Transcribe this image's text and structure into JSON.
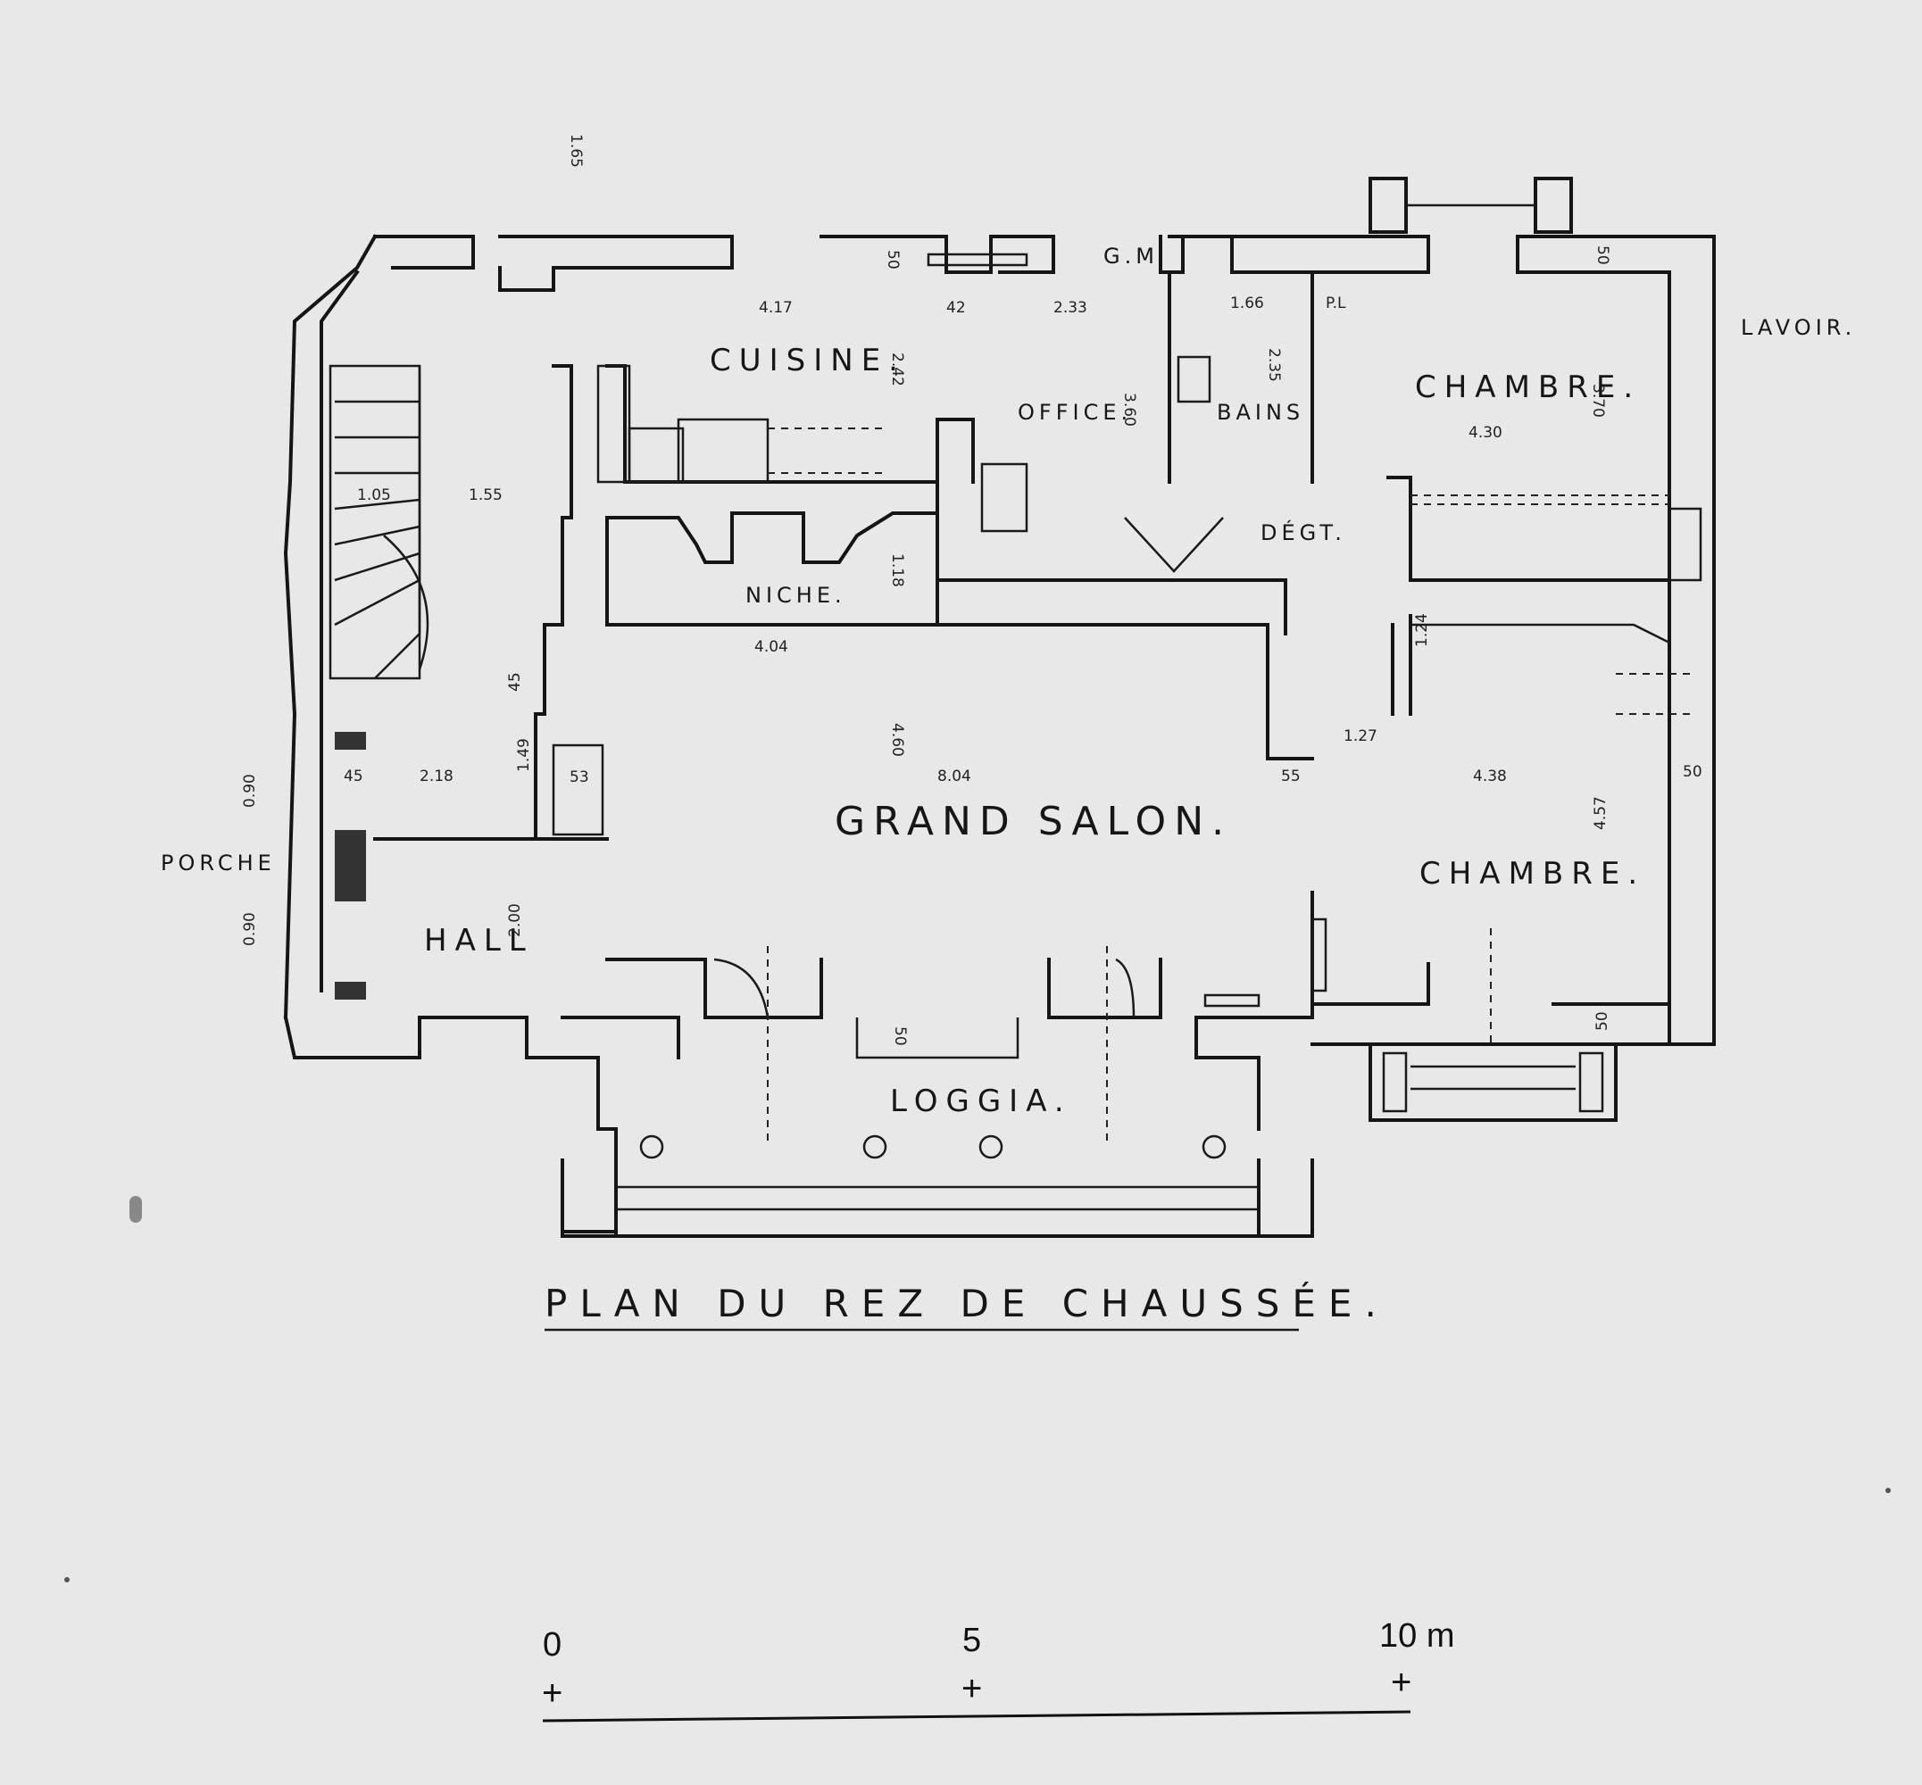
{
  "plan": {
    "title": "PLAN DU REZ DE CHAUSSÉE.",
    "rooms": {
      "cuisine": "CUISINE.",
      "office": "OFFICE.",
      "bains": "BAINS",
      "chambre_top": "CHAMBRE.",
      "chambre_right": "CHAMBRE.",
      "niche": "NICHE.",
      "grand_salon": "GRAND SALON.",
      "hall": "HALL",
      "porche": "PORCHE",
      "loggia": "LOGGIA.",
      "degt": "DÉGT.",
      "gm": "G.M",
      "pl": "P.L",
      "lavoir": "LAVOIR."
    },
    "dimensions": {
      "d_417": "4.17",
      "d_242": "2.42",
      "d_42": "42",
      "d_233": "2.33",
      "d_50a": "50",
      "d_166": "1.66",
      "d_235": "2.35",
      "d_360": "3.60",
      "d_50b": "50",
      "d_370": "3.70",
      "d_430": "4.30",
      "d_155": "1.55",
      "d_105": "1.05",
      "d_118": "1.18",
      "d_404": "4.04",
      "d_460": "4.60",
      "d_804": "8.04",
      "d_124": "1.24",
      "d_127": "1.27",
      "d_55": "55",
      "d_438": "4.38",
      "d_457": "4.57",
      "d_50c": "50",
      "d_45a": "45",
      "d_149": "1.49",
      "d_53": "53",
      "d_45b": "45",
      "d_218": "2.18",
      "d_090a": "0.90",
      "d_090b": "0.90",
      "d_200": "2.00",
      "d_50d": "50",
      "d_50e": "50",
      "d_165": "1.65"
    },
    "scale": {
      "zero": "0",
      "five": "5",
      "ten": "10 m",
      "tick": "+"
    }
  }
}
